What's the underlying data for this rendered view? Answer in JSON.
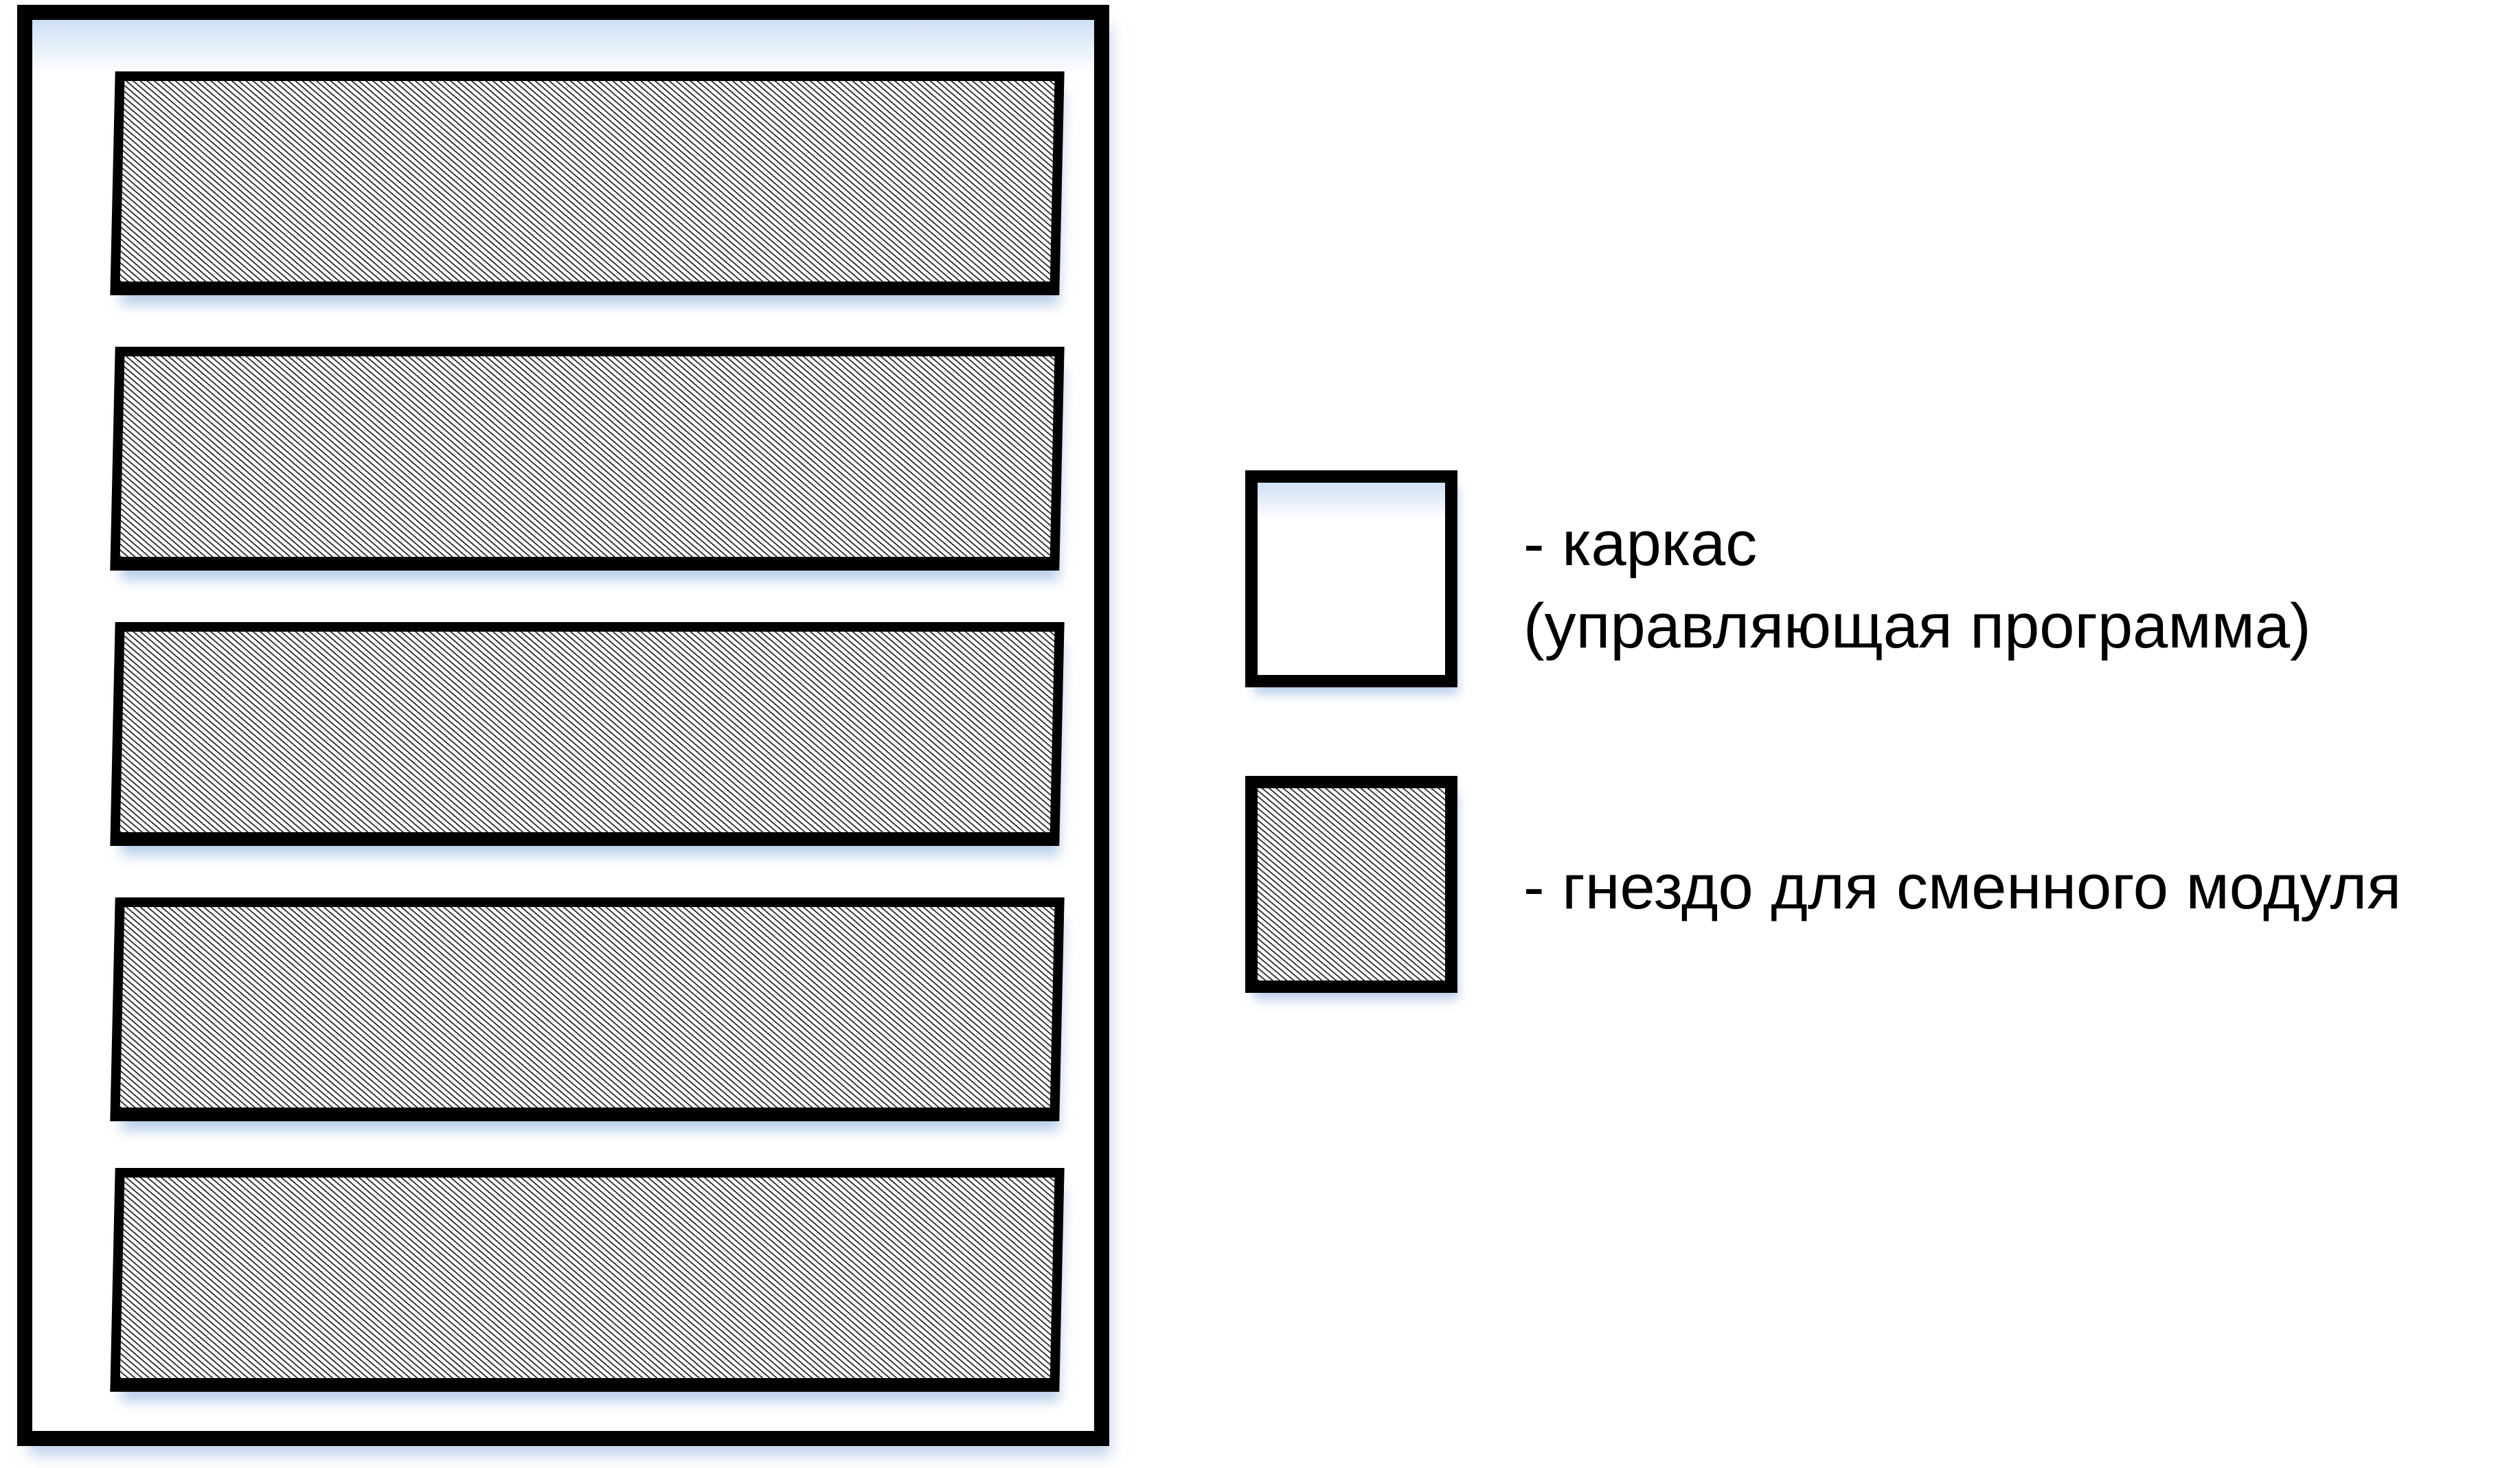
{
  "diagram": {
    "description": "framework box with module slots",
    "frame_slot_count": 5
  },
  "legend": {
    "items": [
      {
        "swatch": "frame-swatch",
        "lines": [
          "- каркас",
          "(управляющая программа)"
        ]
      },
      {
        "swatch": "module-slot-swatch",
        "lines": [
          "- гнездо для сменного модуля"
        ]
      }
    ]
  },
  "colors": {
    "outline": "#000000",
    "shadow_blue": "#cfe0f4",
    "hatch_line": "#000000",
    "hatch_background": "#fcfcfc",
    "page_background": "#ffffff",
    "text": "#000000"
  }
}
